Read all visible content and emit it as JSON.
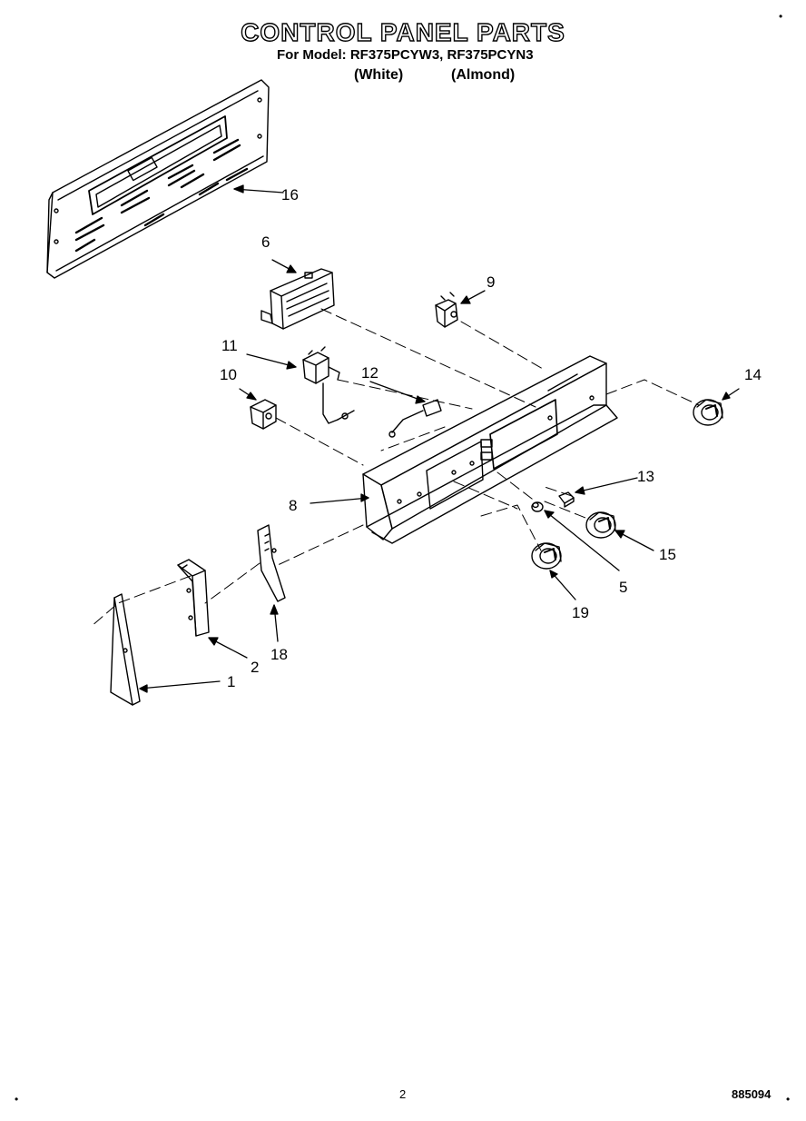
{
  "header": {
    "title": "CONTROL PANEL PARTS",
    "model_line": "For Model: RF375PCYW3, RF375PCYN3",
    "variant_white": "(White)",
    "variant_almond": "(Almond)"
  },
  "callouts": {
    "c1": "1",
    "c2": "2",
    "c5": "5",
    "c6": "6",
    "c8": "8",
    "c9": "9",
    "c10": "10",
    "c11": "11",
    "c12": "12",
    "c13": "13",
    "c14": "14",
    "c15": "15",
    "c16": "16",
    "c18": "18",
    "c19": "19"
  },
  "footer": {
    "page_number": "2",
    "doc_number": "885094"
  }
}
